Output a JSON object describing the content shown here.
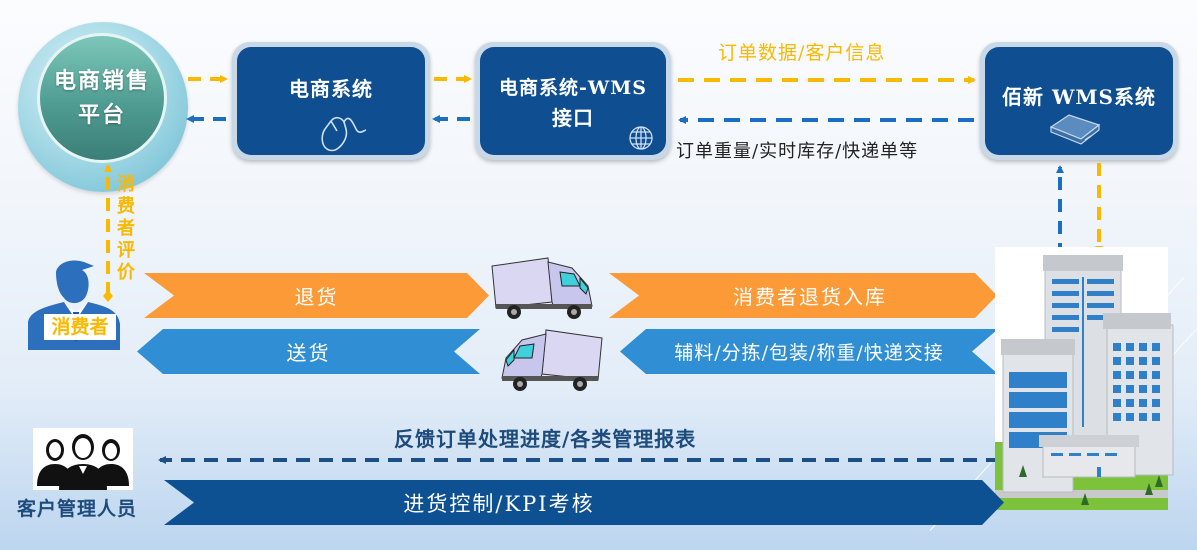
{
  "platform": {
    "line1": "电商销售",
    "line2": "平台"
  },
  "systems": {
    "ecommerce": {
      "label": "电商系统",
      "icon": "mouse-icon"
    },
    "interface": {
      "line1": "电商系统-WMS",
      "line2": "接口",
      "icon": "globe-icon"
    },
    "wms": {
      "label": "佰新 WMS系统",
      "icon": "hard-drive-icon"
    }
  },
  "flows": {
    "order_data": "订单数据/客户信息",
    "order_weight": "订单重量/实时库存/快递单等",
    "consumer_review": [
      "消",
      "费",
      "者",
      "评",
      "价"
    ]
  },
  "consumer": {
    "label": "消费者",
    "icon": "consumer-icon"
  },
  "ribbons": {
    "return": "退货",
    "delivery": "送货",
    "return_stock": "消费者退货入库",
    "processing": "辅料/分拣/包装/称重/快递交接",
    "purchase_kpi": "进货控制/KPI考核"
  },
  "feedback": "反馈订单处理进度/各类管理报表",
  "managers": {
    "label": "客户管理人员",
    "icon": "people-group-icon"
  },
  "warehouse": {
    "icon": "warehouse-building-icon"
  },
  "colors": {
    "navy": "#0e4e91",
    "orange_arrow": "#fbb800",
    "blue_arrow": "#1a6fc4",
    "ribbon_orange": "#fb9a36",
    "ribbon_blue": "#2f8ed4",
    "ribbon_navy": "#0e5193"
  }
}
